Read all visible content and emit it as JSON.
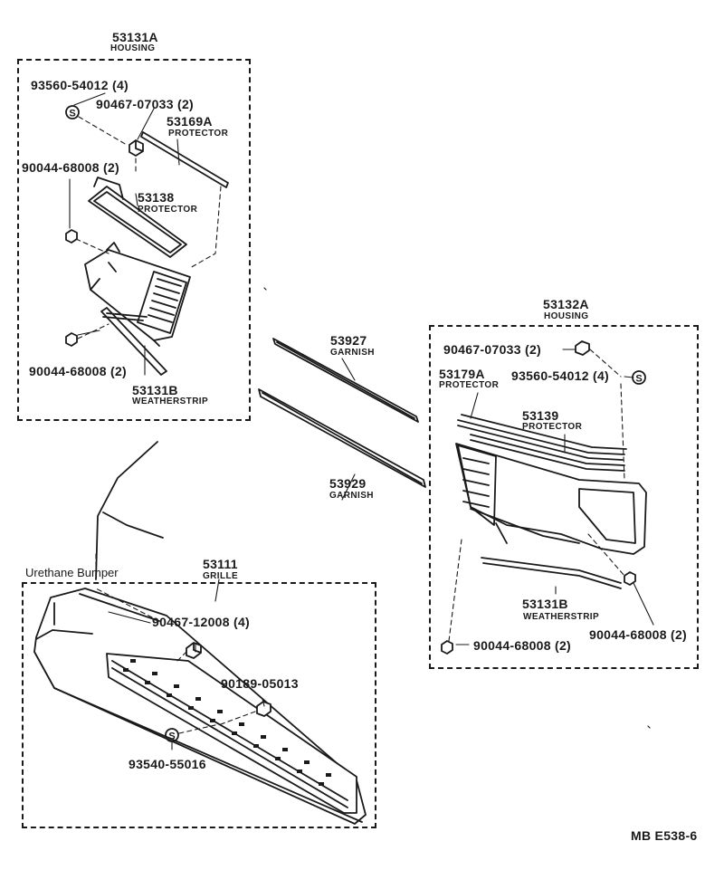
{
  "diagram_code": "MB E538-6",
  "caption_bumper": "Urethane Bumper",
  "left_housing": {
    "part": "53131A",
    "name": "HOUSING",
    "screw": "93560-54012 (4)",
    "nut": "90467-07033 (2)",
    "protector_top": {
      "part": "53169A",
      "name": "PROTECTOR"
    },
    "clip_upper": "90044-68008 (2)",
    "protector_mid": {
      "part": "53138",
      "name": "PROTECTOR"
    },
    "clip_lower": "90044-68008 (2)",
    "weatherstrip": {
      "part": "53131B",
      "name": "WEATHERSTRIP"
    }
  },
  "garnish_upper": {
    "part": "53927",
    "name": "GARNISH"
  },
  "garnish_lower": {
    "part": "53929",
    "name": "GARNISH"
  },
  "right_housing": {
    "part": "53132A",
    "name": "HOUSING",
    "nut": "90467-07033 (2)",
    "screw": "93560-54012 (4)",
    "protector_a": {
      "part": "53179A",
      "name": "PROTECTOR"
    },
    "protector_b": {
      "part": "53139",
      "name": "PROTECTOR"
    },
    "weatherstrip": {
      "part": "53131B",
      "name": "WEATHERSTRIP"
    },
    "clip_right": "90044-68008 (2)",
    "clip_left": "90044-68008 (2)"
  },
  "grille": {
    "part": "53111",
    "name": "GRILLE",
    "nut_a": "90467-12008 (4)",
    "nut_b": "90189-05013",
    "screw": "93540-55016"
  }
}
